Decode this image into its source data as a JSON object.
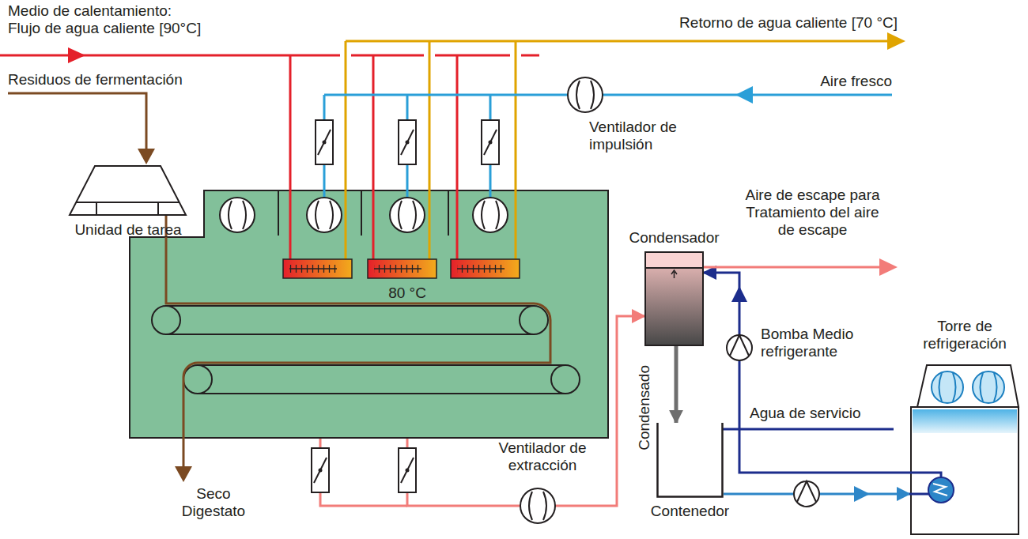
{
  "diagram": {
    "nodes": [
      {
        "text": [
          "80 °C"
        ]
      },
      {
        "text": [
          "Condensador"
        ]
      },
      {
        "text": [
          "Contenedor"
        ]
      },
      {
        "text": [
          "Torre de refrigeración"
        ]
      }
    ],
    "edges": [
      {
        "from": 0,
        "to": 1,
        "arrow": "to"
      },
      {
        "from": 1,
        "to": 2,
        "arrow": "to"
      },
      {
        "from": 2,
        "to": 3,
        "arrow": "to"
      },
      {
        "from": 3,
        "to": 1,
        "arrow": "to"
      }
    ],
    "labels": [
      "Medio de calentamiento: Flujo de agua caliente [90°C]",
      "Retorno de agua caliente [70 °C]",
      "Residuos de fermentación",
      "Aire fresco",
      "Ventilador de impulsión",
      "Unidad de tarea",
      "Aire de escape para Tratamiento del aire de escape",
      "Bomba Medio refrigerante",
      "Agua de servicio",
      "Condensado",
      "Ventilador de extracción",
      "Seco Digestato"
    ]
  }
}
